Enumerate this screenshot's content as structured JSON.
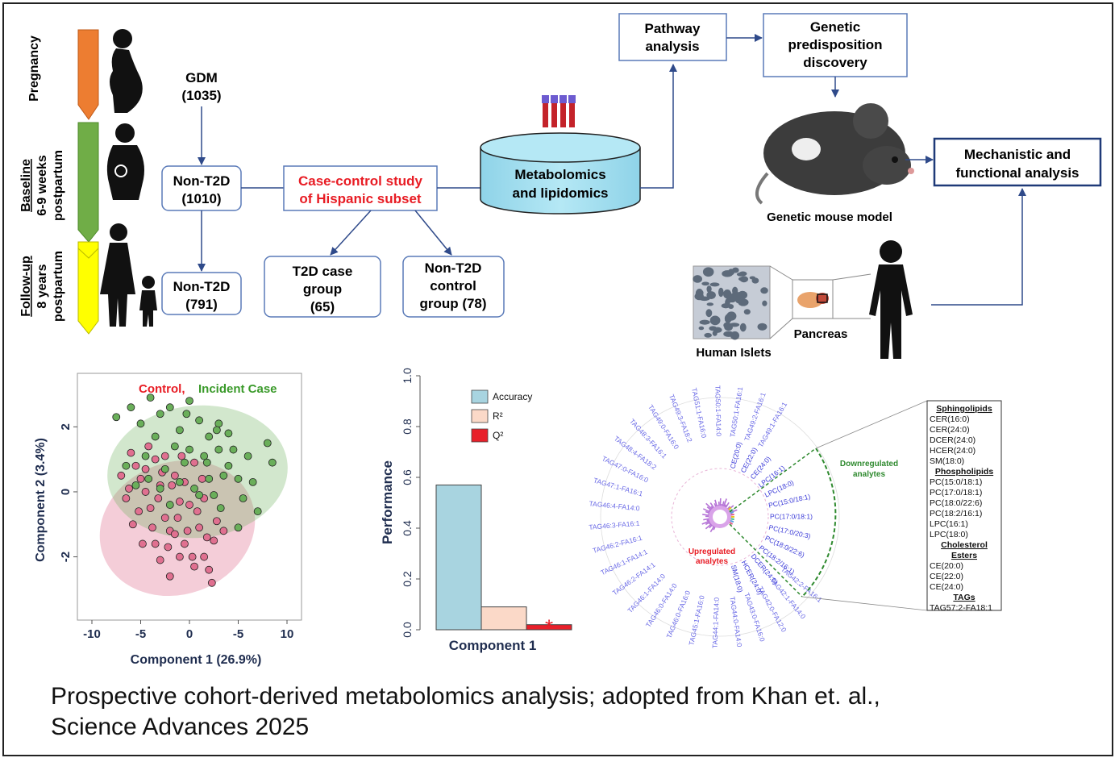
{
  "timeline": {
    "pregnancy": "Pregnancy",
    "baseline_title": "Baseline",
    "baseline_sub1": "6-9 weeks",
    "baseline_sub2": "postpartum",
    "followup_title": "Follow-up",
    "followup_sub1": "8 years",
    "followup_sub2": "postpartum"
  },
  "flow": {
    "gdm": "GDM",
    "gdm_n": "(1035)",
    "nont2d_base": "Non-T2D",
    "nont2d_base_n": "(1010)",
    "nont2d_follow": "Non-T2D",
    "nont2d_follow_n": "(791)",
    "case_control_l1": "Case-control study",
    "case_control_l2": "of Hispanic subset",
    "t2d_l1": "T2D case",
    "t2d_l2": "group",
    "t2d_l3": "(65)",
    "ctrl_l1": "Non-T2D",
    "ctrl_l2": "control",
    "ctrl_l3": "group (78)",
    "metab_l1": "Metabolomics",
    "metab_l2": "and lipidomics",
    "pathway_l1": "Pathway",
    "pathway_l2": "analysis",
    "genetic_l1": "Genetic",
    "genetic_l2": "predisposition",
    "genetic_l3": "discovery",
    "mouse_label": "Genetic mouse model",
    "mech_l1": "Mechanistic and",
    "mech_l2": "functional analysis",
    "islets_label": "Human Islets",
    "pancreas_label": "Pancreas"
  },
  "chart_data": [
    {
      "type": "scatter",
      "legend": [
        "Control,",
        "Incident Case"
      ],
      "xlabel": "Component 1 (26.9%)",
      "ylabel": "Component 2 (3.4%)",
      "x_ticks": [
        "-10",
        "-5",
        "0",
        "-5",
        "10"
      ],
      "y_ticks": [
        "2",
        "0",
        "-2"
      ],
      "xlim": [
        -10,
        10
      ],
      "ylim": [
        -3.5,
        3.2
      ],
      "series": [
        {
          "name": "Control",
          "color": "#e07090",
          "points": [
            [
              -6,
              1.2
            ],
            [
              -5.5,
              0.8
            ],
            [
              -5,
              0.4
            ],
            [
              -4.5,
              0
            ],
            [
              -4,
              -0.5
            ],
            [
              -3.5,
              1
            ],
            [
              -3,
              0.2
            ],
            [
              -2.5,
              -0.8
            ],
            [
              -2,
              -1.2
            ],
            [
              -1.5,
              0.5
            ],
            [
              -1,
              -0.3
            ],
            [
              -0.5,
              -1.6
            ],
            [
              0,
              -0.4
            ],
            [
              0.5,
              0.9
            ],
            [
              1,
              -1.1
            ],
            [
              1.5,
              -0.2
            ],
            [
              2,
              -2.4
            ],
            [
              2.5,
              -1.5
            ],
            [
              -6.5,
              -0.2
            ],
            [
              -5.8,
              -1
            ],
            [
              -4.8,
              -1.6
            ],
            [
              -4.2,
              1.4
            ],
            [
              -3.8,
              -1.1
            ],
            [
              -3.2,
              -0.2
            ],
            [
              -2.8,
              0.6
            ],
            [
              -2.2,
              -1.7
            ],
            [
              -1.8,
              0.2
            ],
            [
              -1.2,
              -0.8
            ],
            [
              -0.8,
              1.1
            ],
            [
              -0.2,
              -1.2
            ],
            [
              0.3,
              -2
            ],
            [
              0.8,
              -0.6
            ],
            [
              1.3,
              0.4
            ],
            [
              1.8,
              -1.4
            ],
            [
              2.3,
              -2.8
            ],
            [
              -7,
              0.5
            ],
            [
              -6.2,
              0.1
            ],
            [
              -5.2,
              -0.6
            ],
            [
              -4.5,
              0.7
            ],
            [
              -3.5,
              -1.6
            ],
            [
              -2.5,
              1.1
            ],
            [
              -1.5,
              -1.3
            ],
            [
              -0.5,
              0.3
            ],
            [
              0.5,
              -2.3
            ],
            [
              1.5,
              -2
            ],
            [
              2.8,
              -0.9
            ],
            [
              -3,
              -2.1
            ],
            [
              -2,
              -2.6
            ],
            [
              -1,
              -2
            ],
            [
              3.5,
              -1.2
            ]
          ]
        },
        {
          "name": "Incident Case",
          "color": "#6aaf5a",
          "points": [
            [
              -7.5,
              2.3
            ],
            [
              -6,
              2.6
            ],
            [
              -5,
              2.1
            ],
            [
              -4,
              2.9
            ],
            [
              -3,
              2.4
            ],
            [
              -2,
              2.6
            ],
            [
              -1,
              1.9
            ],
            [
              0,
              2.8
            ],
            [
              1,
              2.2
            ],
            [
              2,
              1.7
            ],
            [
              3,
              1.3
            ],
            [
              4,
              0.8
            ],
            [
              5,
              0.4
            ],
            [
              6,
              1.1
            ],
            [
              8,
              1.5
            ],
            [
              7,
              -0.6
            ],
            [
              5.5,
              -0.2
            ],
            [
              4.5,
              1.3
            ],
            [
              3.5,
              0.5
            ],
            [
              2.5,
              -0.1
            ],
            [
              1.5,
              1.1
            ],
            [
              0.5,
              0.1
            ],
            [
              -0.5,
              0.9
            ],
            [
              -1.5,
              1.4
            ],
            [
              -2.5,
              0.7
            ],
            [
              -3.5,
              1.7
            ],
            [
              -4.5,
              1.1
            ],
            [
              -5.5,
              0.2
            ],
            [
              -6.5,
              0.8
            ],
            [
              2,
              0.4
            ],
            [
              1,
              -0.1
            ],
            [
              0,
              1.3
            ],
            [
              -1,
              0.3
            ],
            [
              -2,
              -0.4
            ],
            [
              -3,
              0.1
            ],
            [
              3,
              2.1
            ],
            [
              4,
              1.8
            ],
            [
              6.5,
              0.3
            ],
            [
              8.5,
              0.9
            ],
            [
              5,
              -1.1
            ],
            [
              2.8,
              1.9
            ],
            [
              -0.3,
              2.4
            ],
            [
              -4.2,
              0.4
            ],
            [
              1.8,
              0.9
            ],
            [
              3.2,
              -0.5
            ]
          ]
        }
      ]
    },
    {
      "type": "bar",
      "ylabel": "Performance",
      "xlabel": "Component 1",
      "ylim": [
        0,
        1.0
      ],
      "y_ticks": [
        "0.0",
        "0.2",
        "0.4",
        "0.6",
        "0.8",
        "1.0"
      ],
      "series": [
        {
          "name": "Accuracy",
          "value": 0.57,
          "color": "#a8d4e0"
        },
        {
          "name": "R²",
          "value": 0.09,
          "color": "#fbd9c8"
        },
        {
          "name": "Q²",
          "value": 0.02,
          "color": "#e8202a"
        }
      ],
      "annotation": "*"
    },
    {
      "type": "circular",
      "inner_up_label_l1": "Upregulated",
      "inner_up_label_l2": "analytes",
      "down_label_l1": "Downregulated",
      "down_label_l2": "analytes",
      "ring_labels": [
        "TAG49:1-FA16:1",
        "TAG49:2-FA16:1",
        "TAG50:1-FA16:1",
        "TAG50:1-FA14:0",
        "TAG51:1-FA16:0",
        "TAG49:3-FA18:2",
        "TAG49:0-FA16:0",
        "TAG48:3-FA16:1",
        "TAG48:4-FA18:2",
        "TAG47:0-FA16:0",
        "TAG47:1-FA16:1",
        "TAG46:4-FA14:0",
        "TAG46:3-FA16:1",
        "TAG46:2-FA16:1",
        "TAG46:1-FA14:1",
        "TAG46:2-FA14:1",
        "TAG46:1-FA14:0",
        "TAG46:0-FA14:0",
        "TAG46:0-FA16:0",
        "TAG45:1-FA16:0",
        "TAG44:1-FA14:0",
        "TAG44:0-FA14:0",
        "TAG43:0-FA16:0",
        "TAG42:0-FA12:0",
        "TAG42:1-FA14:0",
        "TAG42:2-FA16:1",
        "CE(20:0)",
        "CE(22:0)",
        "CE(24:0)",
        "LPC(16:1)",
        "LPC(18:0)",
        "PC(15:0/18:1)",
        "PC(17:0/18:1)",
        "PC(17:0/20:3)",
        "PC(18:0/22:6)",
        "PC(18:2/16:1)",
        "DCER(24:0)",
        "HCER(24:0)",
        "SM(18:0)"
      ],
      "table": {
        "sections": [
          {
            "title": "Sphingolipids",
            "items": [
              "CER(16:0)",
              "CER(24:0)",
              "DCER(24:0)",
              "HCER(24:0)",
              "SM(18:0)"
            ]
          },
          {
            "title": "Phospholipids",
            "items": [
              "PC(15:0/18:1)",
              "PC(17:0/18:1)",
              "PC(18:0/22:6)",
              "PC(18:2/16:1)",
              "LPC(16:1)",
              "LPC(18:0)"
            ]
          },
          {
            "title": "Cholesterol",
            "title2": "Esters",
            "items": [
              "CE(20:0)",
              "CE(22:0)",
              "CE(24:0)"
            ]
          },
          {
            "title": "TAGs",
            "items": [
              "TAG57:2-FA18:1"
            ]
          }
        ]
      }
    }
  ],
  "caption": {
    "line1": "Prospective cohort-derived metabolomics analysis; adopted from Khan et. al.,",
    "line2": "Science Advances 2025"
  },
  "colors": {
    "pregnancy": "#ed7d31",
    "baseline": "#70ad47",
    "followup": "#ffff00",
    "red_text": "#e81c24",
    "box_border": "#5a7ab8",
    "cylinder": "#a6e2f0",
    "arrow": "#2f4a8a"
  }
}
